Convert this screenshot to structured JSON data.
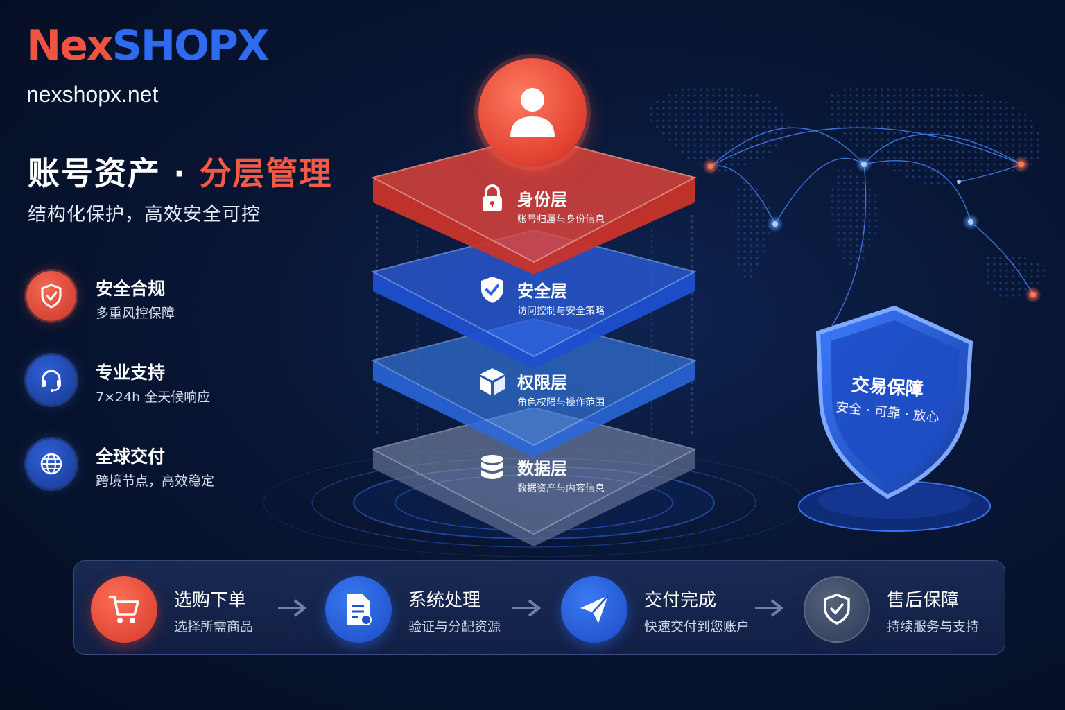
{
  "brand": {
    "nex": "Nex",
    "shopx": "SHOPX",
    "site": "nexshopx.net"
  },
  "headline": {
    "part1": "账号资产 · ",
    "part2": "分层管理"
  },
  "subhead": "结构化保护，高效安全可控",
  "features": [
    {
      "title": "安全合规",
      "sub": "多重风控保障",
      "icon": "shield-check-icon"
    },
    {
      "title": "专业支持",
      "sub": "7×24h 全天候响应",
      "icon": "headset-icon"
    },
    {
      "title": "全球交付",
      "sub": "跨境节点，高效稳定",
      "icon": "globe-icon"
    }
  ],
  "layers": [
    {
      "title": "身份层",
      "sub": "账号归属与身份信息",
      "icon": "lock-icon",
      "color": "#e8453a"
    },
    {
      "title": "安全层",
      "sub": "访问控制与安全策略",
      "icon": "shield-check-icon",
      "color": "#2f62e8"
    },
    {
      "title": "权限层",
      "sub": "角色权限与操作范围",
      "icon": "cube-icon",
      "color": "#3b82f0"
    },
    {
      "title": "数据层",
      "sub": "数据资产与内容信息",
      "icon": "database-icon",
      "color": "#8a97b8"
    }
  ],
  "shield": {
    "title": "交易保障",
    "sub": "安全 · 可靠 · 放心"
  },
  "steps": [
    {
      "title": "选购下单",
      "sub": "选择所需商品",
      "icon": "cart-icon"
    },
    {
      "title": "系统处理",
      "sub": "验证与分配资源",
      "icon": "document-icon"
    },
    {
      "title": "交付完成",
      "sub": "快速交付到您账户",
      "icon": "paper-plane-icon"
    },
    {
      "title": "售后保障",
      "sub": "持续服务与支持",
      "icon": "shield-check-icon"
    }
  ],
  "colors": {
    "accent_red": "#f0533f",
    "accent_blue": "#2f6bf0",
    "background": "#081634"
  }
}
